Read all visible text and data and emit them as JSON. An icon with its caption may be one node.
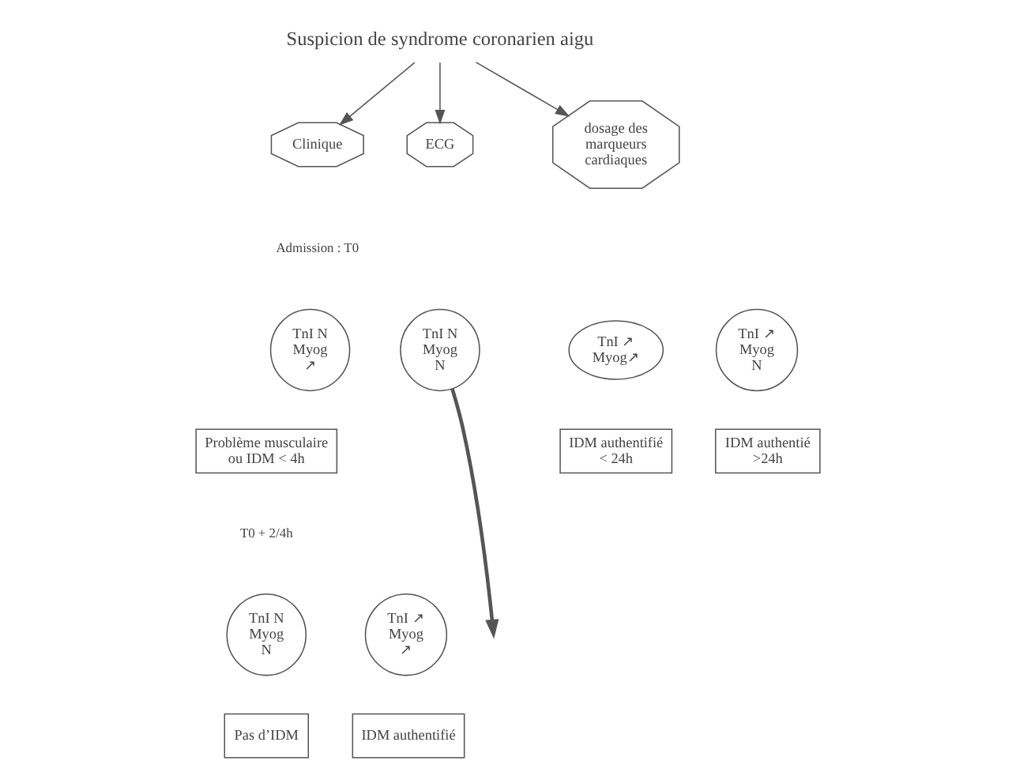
{
  "diagram": {
    "nodes": [
      {
        "text": [
          "Suspicion de syndrome coronarien aigu"
        ]
      },
      {
        "text": [
          "Clinique"
        ]
      },
      {
        "text": [
          "ECG"
        ]
      },
      {
        "text": [
          "dosage des marqueurs cardiaques"
        ]
      },
      {
        "text": [
          "TnI N Myog ↗"
        ]
      },
      {
        "text": [
          "TnI N Myog N"
        ]
      },
      {
        "text": [
          "TnI ↗ Myog↗"
        ]
      },
      {
        "text": [
          "TnI ↗ Myog N"
        ]
      },
      {
        "text": [
          "Problème musculaire ou IDM < 4h"
        ]
      },
      {
        "text": [
          "IDM authentifié < 24h"
        ]
      },
      {
        "text": [
          "IDM authentié >24h"
        ]
      },
      {
        "text": [
          "TnI N Myog N"
        ]
      },
      {
        "text": [
          "TnI ↗ Myog ↗"
        ]
      },
      {
        "text": [
          "Pas d’IDM"
        ]
      },
      {
        "text": [
          "IDM authentifié"
        ]
      }
    ],
    "edges": [
      {
        "from": 0,
        "to": 1,
        "arrow": "to"
      },
      {
        "from": 0,
        "to": 2,
        "arrow": "to"
      },
      {
        "from": 0,
        "to": 3,
        "arrow": "to"
      },
      {
        "from": 5,
        "to": null,
        "arrow": "to",
        "style": "thick"
      }
    ],
    "labels": [
      "Admission : T0",
      "T0 + 2/4h"
    ]
  }
}
